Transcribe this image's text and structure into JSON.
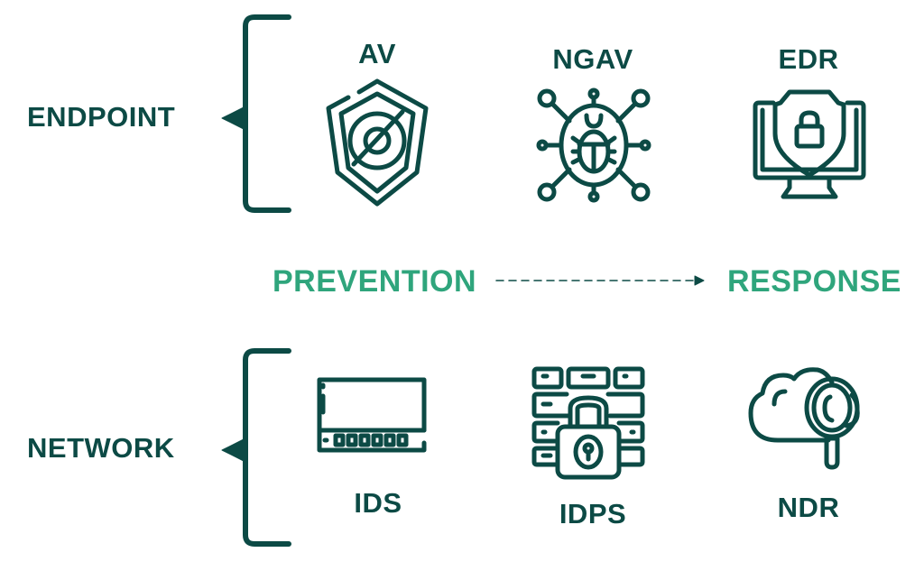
{
  "categories": {
    "endpoint": "ENDPOINT",
    "network": "NETWORK"
  },
  "spectrum": {
    "start": "PREVENTION",
    "end": "RESPONSE"
  },
  "endpoint_items": [
    {
      "label": "AV",
      "icon": "shield-virus-icon"
    },
    {
      "label": "NGAV",
      "icon": "bug-network-icon"
    },
    {
      "label": "EDR",
      "icon": "monitor-shield-lock-icon"
    }
  ],
  "network_items": [
    {
      "label": "IDS",
      "icon": "network-switch-icon"
    },
    {
      "label": "IDPS",
      "icon": "firewall-lock-icon"
    },
    {
      "label": "NDR",
      "icon": "cloud-search-icon"
    }
  ],
  "colors": {
    "dark": "#0c4a45",
    "accent": "#2fa57c"
  }
}
